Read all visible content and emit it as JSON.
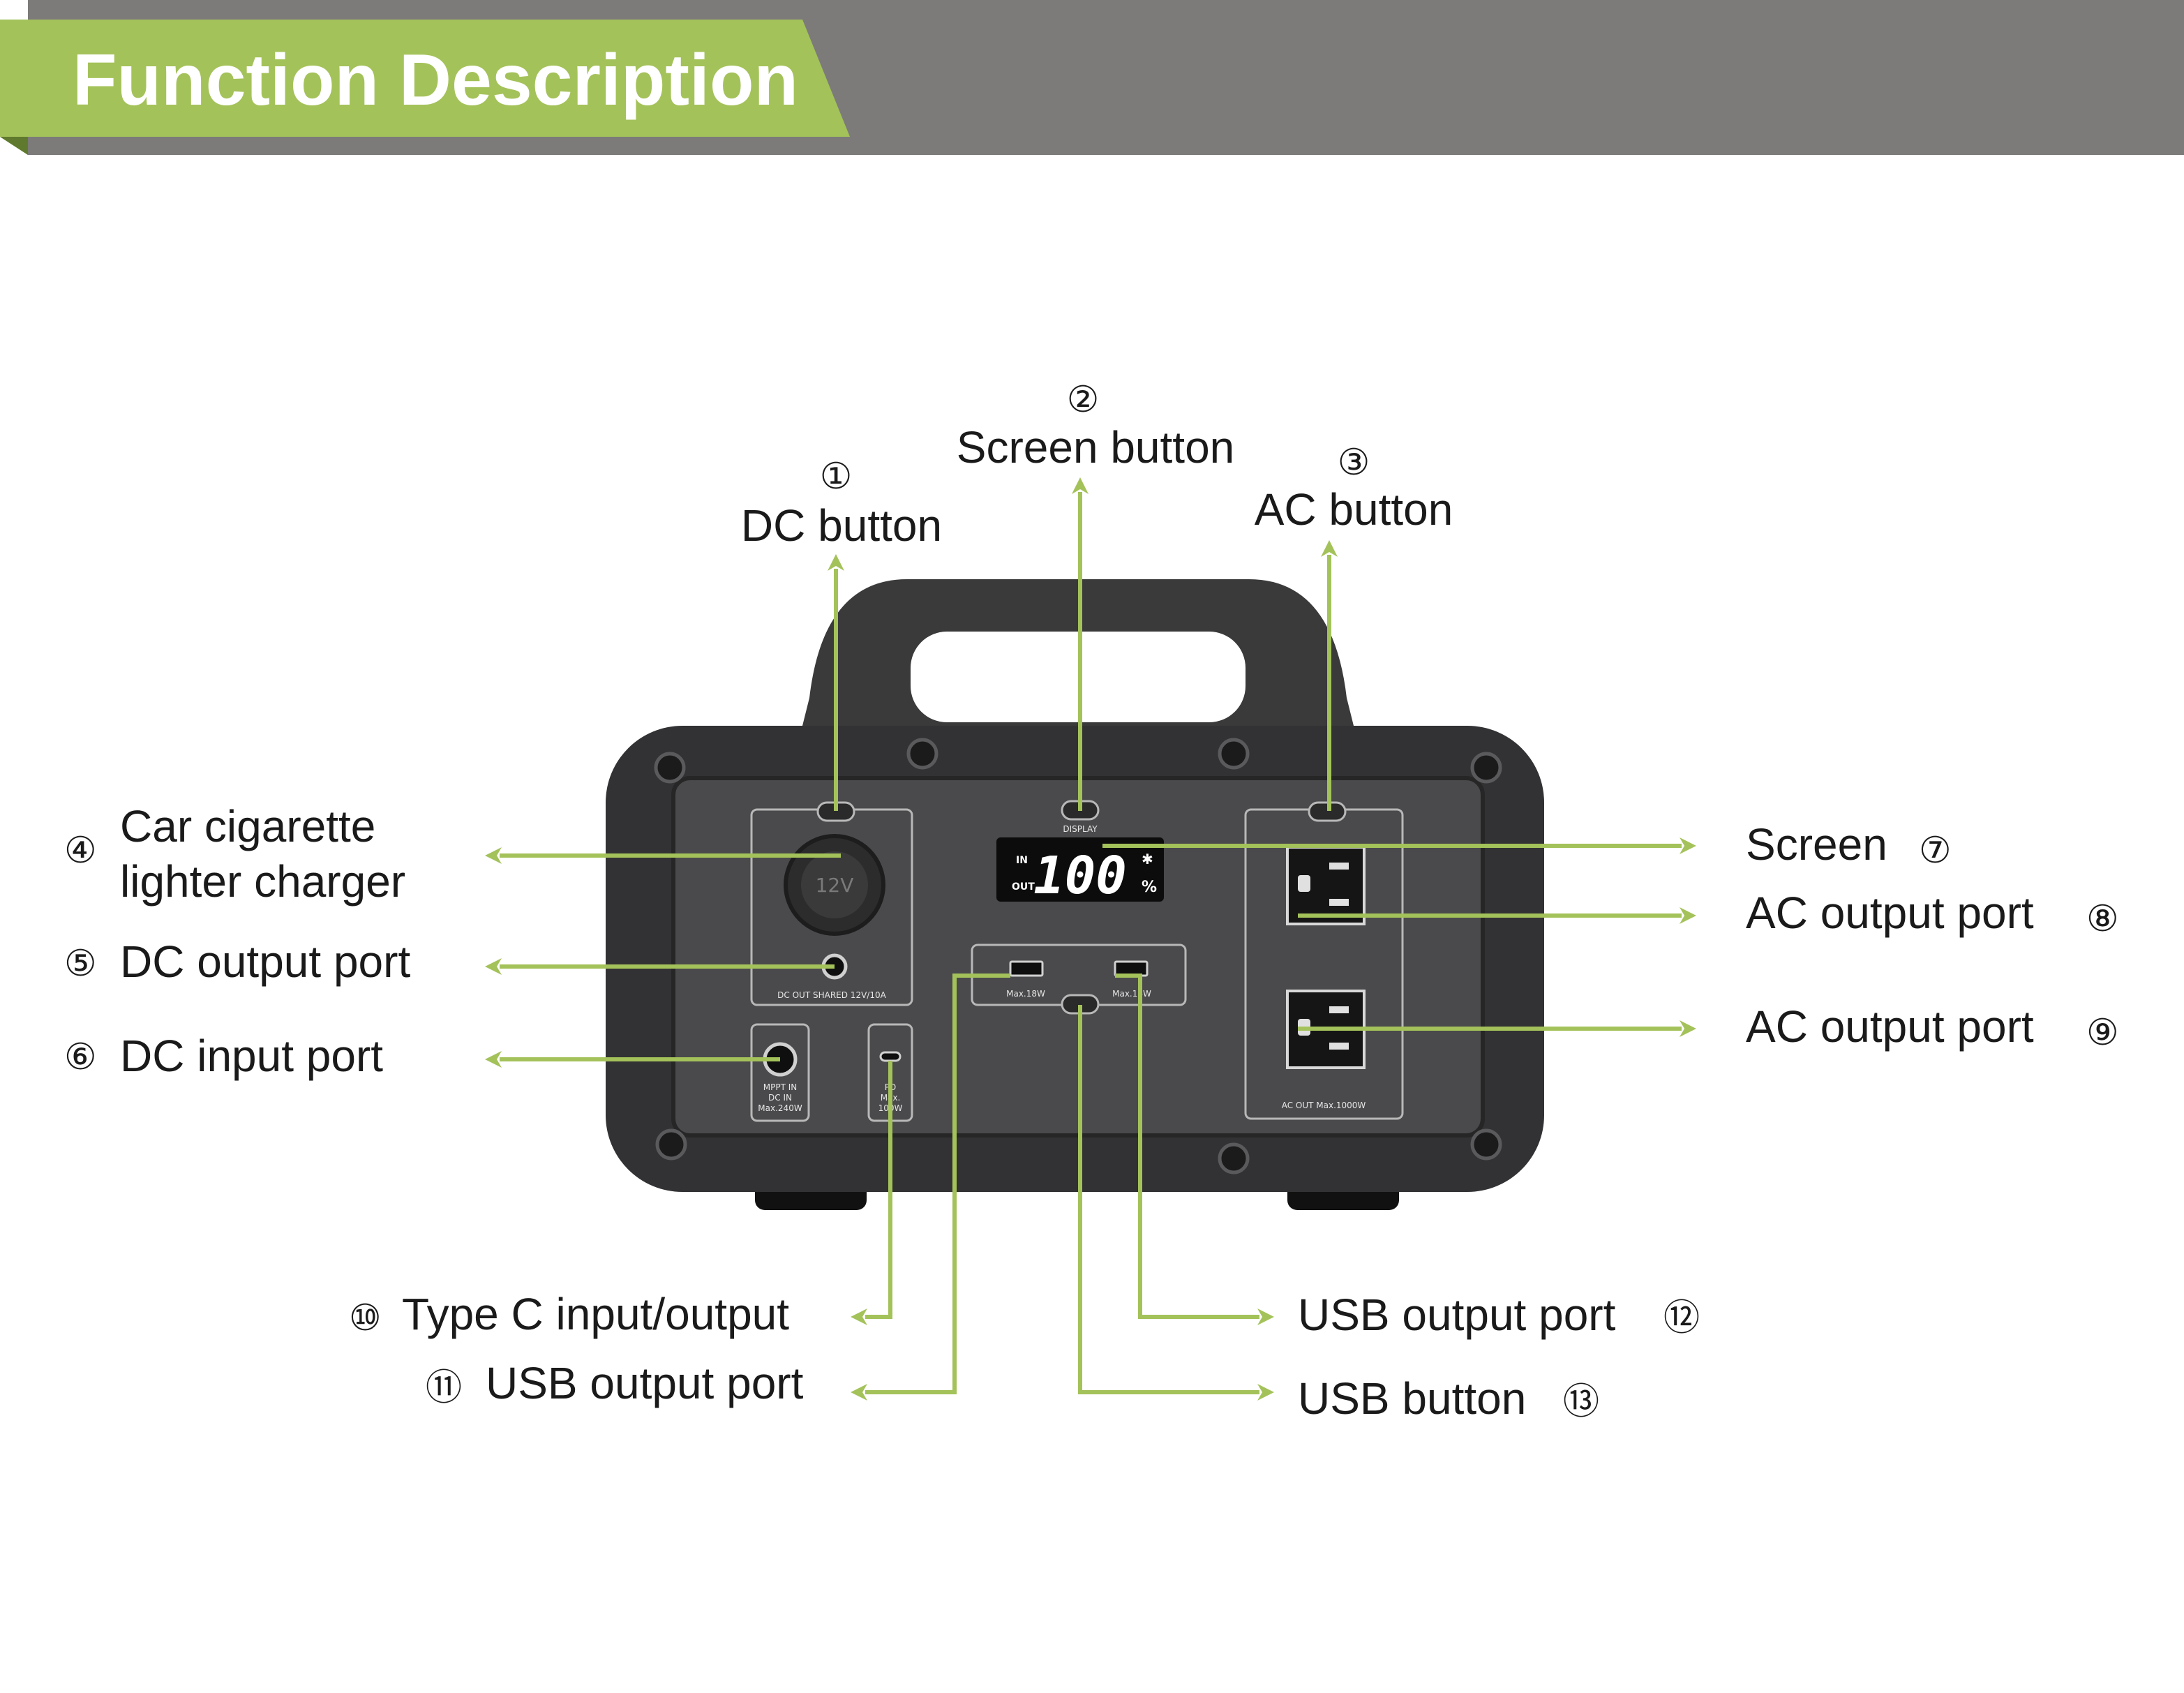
{
  "header": {
    "title": "Function Description",
    "bar_color": "#7c7b79",
    "accent_color": "#a4c25a"
  },
  "callouts": {
    "c1": {
      "num": "①",
      "label": "DC button"
    },
    "c2": {
      "num": "②",
      "label": "Screen button"
    },
    "c3": {
      "num": "③",
      "label": "AC button"
    },
    "c4": {
      "num": "④",
      "label_line1": "Car cigarette",
      "label_line2": "lighter charger"
    },
    "c5": {
      "num": "⑤",
      "label": "DC output port"
    },
    "c6": {
      "num": "⑥",
      "label": "DC input port"
    },
    "c7": {
      "num": "⑦",
      "label": "Screen"
    },
    "c8": {
      "num": "⑧",
      "label": "AC output port"
    },
    "c9": {
      "num": "⑨",
      "label": "AC output port"
    },
    "c10": {
      "num": "⑩",
      "label": "Type C input/output"
    },
    "c11": {
      "num": "⑪",
      "label": "USB output port"
    },
    "c12": {
      "num": "⑫",
      "label": "USB output port"
    },
    "c13": {
      "num": "⑬",
      "label": "USB button"
    }
  },
  "device": {
    "display_label": "DISPLAY",
    "screen_in": "IN",
    "screen_out": "OUT",
    "screen_value": "100",
    "screen_unit": "%",
    "cig_label": "12V",
    "dc_out_label": "DC OUT SHARED 12V/10A",
    "mppt_line1": "MPPT IN",
    "mppt_line2": "DC IN",
    "mppt_line3": "Max.240W",
    "pd_line1": "PD",
    "pd_line2": "Max.",
    "pd_line3": "100W",
    "usb_left_label": "Max.18W",
    "usb_right_label": "Max.18W",
    "ac_out_label": "AC OUT Max.1000W"
  }
}
